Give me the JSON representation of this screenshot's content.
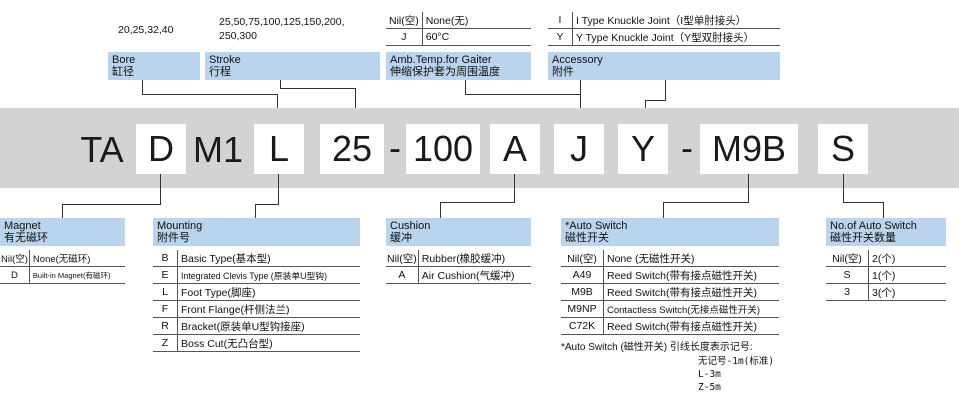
{
  "top": {
    "bore": {
      "values": "20,25,32,40",
      "label_en": "Bore",
      "label_cn": "缸径"
    },
    "stroke": {
      "values_line1": "25,50,75,100,125,150,200,",
      "values_line2": "250,300",
      "label_en": "Stroke",
      "label_cn": "行程"
    },
    "temp": {
      "rows": [
        {
          "k": "Nil(空)",
          "v": "None(无)"
        },
        {
          "k": "J",
          "v": "60°C"
        }
      ],
      "label_en": "Amb.Temp.for Gaiter",
      "label_cn": "伸缩保护套为周围温度"
    },
    "accessory": {
      "rows": [
        {
          "k": "I",
          "v": "I Type Knuckle Joint（I型单肘接头）"
        },
        {
          "k": "Y",
          "v": "Y Type Knuckle Joint（Y型双肘接头）"
        }
      ],
      "label_en": "Accessory",
      "label_cn": "附件"
    }
  },
  "code": {
    "prefix": "TA",
    "c1": "D",
    "m1": "M1",
    "c2": "L",
    "c3": "25",
    "dash1": "-",
    "c4": "100",
    "c5": "A",
    "c6": "J",
    "c7": "Y",
    "dash2": "-",
    "c8": "M9B",
    "c9": "S"
  },
  "bottom": {
    "magnet": {
      "label_en": "Magnet",
      "label_cn": "有无磁环",
      "rows": [
        {
          "k": "Nil(空)",
          "v": "None(无磁环)"
        },
        {
          "k": "D",
          "v": "Built-in Magnet(有磁环)"
        }
      ]
    },
    "mounting": {
      "label_en": "Mounting",
      "label_cn": "附件号",
      "rows": [
        {
          "k": "B",
          "v": "Basic Type(基本型)"
        },
        {
          "k": "E",
          "v": "Integrated Clevis Type (原装单U型钩)"
        },
        {
          "k": "L",
          "v": "Foot Type(脚座)"
        },
        {
          "k": "F",
          "v": "Front Flange(杆侧法兰)"
        },
        {
          "k": "R",
          "v": "Bracket(原装单U型钩接座)"
        },
        {
          "k": "Z",
          "v": "Boss Cut(无凸台型)"
        }
      ]
    },
    "cushion": {
      "label_en": "Cushion",
      "label_cn": "缓冲",
      "rows": [
        {
          "k": "Nil(空)",
          "v": "Rubber(橡胶缓冲)"
        },
        {
          "k": "A",
          "v": "Air Cushion(气缓冲)"
        }
      ]
    },
    "autoswitch": {
      "label_en": "*Auto Switch",
      "label_cn": "磁性开关",
      "rows": [
        {
          "k": "Nil(空)",
          "v": "None (无磁性开关)"
        },
        {
          "k": "A49",
          "v": "Reed  Switch(带有接点磁性开关)"
        },
        {
          "k": "M9B",
          "v": "Reed  Switch(带有接点磁性开关)"
        },
        {
          "k": "M9NP",
          "v": "Contactless  Switch(无接点磁性开关)"
        },
        {
          "k": "C72K",
          "v": "Reed  Switch(带有接点磁性开关)"
        }
      ],
      "note_title": "*Auto Switch (磁性开关) 引线长度表示记号:",
      "note_lines": [
        "无记号-1m(标准)",
        "L-3m",
        "Z-5m"
      ]
    },
    "num_switch": {
      "label_en": "No.of Auto Switch",
      "label_cn": "磁性开关数量",
      "rows": [
        {
          "k": "Nil(空)",
          "v": "2(个)"
        },
        {
          "k": "S",
          "v": "1(个)"
        },
        {
          "k": "3",
          "v": "3(个)"
        }
      ]
    }
  }
}
